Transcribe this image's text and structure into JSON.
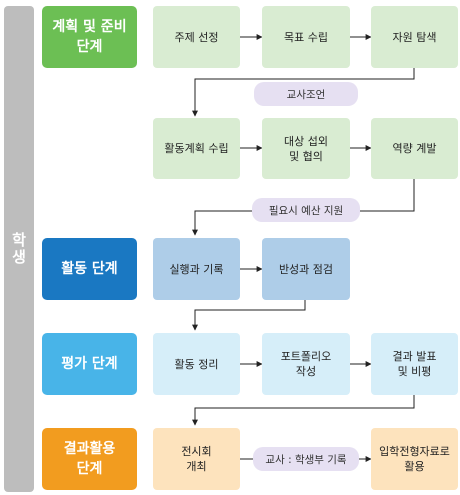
{
  "side": {
    "label": "학생"
  },
  "stages": [
    {
      "label": "계획 및 준비\n단계",
      "color": "#6cbf54"
    },
    {
      "label": "활동 단계",
      "color": "#1a78c2"
    },
    {
      "label": "평가 단계",
      "color": "#48b4e8"
    },
    {
      "label": "결과활용\n단계",
      "color": "#f29c1f"
    }
  ],
  "planning": {
    "boxes": [
      "주제 선정",
      "목표 수립",
      "자원 탐색",
      "활동계획 수립",
      "대상 섭외\n및 협의",
      "역량 계발"
    ],
    "notes": [
      "교사조언",
      "필요시 예산 지원"
    ]
  },
  "activity": {
    "boxes": [
      "실행과 기록",
      "반성과 점검"
    ]
  },
  "evaluation": {
    "boxes": [
      "활동 정리",
      "포트폴리오\n작성",
      "결과 발표\n및 비평"
    ]
  },
  "result": {
    "boxes": [
      "전시회\n개최",
      "입학전형자료로\n활용"
    ],
    "note": "교사 : 학생부 기록"
  },
  "colors": {
    "planning_box": "#d9ecd2",
    "activity_box": "#aecde8",
    "evaluation_box": "#d6eef9",
    "result_box": "#fde3bd",
    "note_pill": "#e6e0f2",
    "actor_bar": "#bdbdbd",
    "arrow": "#222222"
  }
}
